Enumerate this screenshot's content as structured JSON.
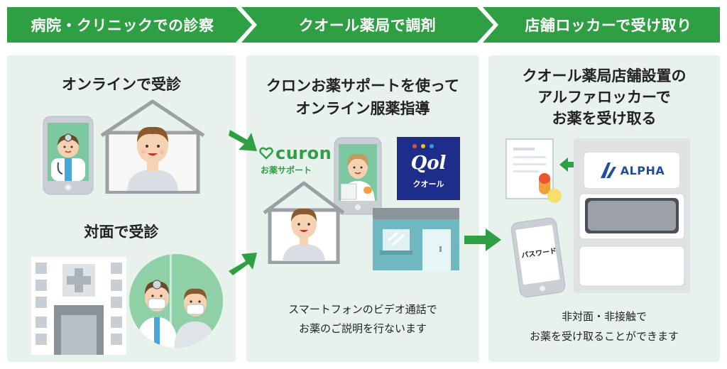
{
  "steps": [
    {
      "label": "病院・クリニックでの診察"
    },
    {
      "label": "クオール薬局で調剤"
    },
    {
      "label": "店舗ロッカーで受け取り"
    }
  ],
  "panel1": {
    "online_heading": "オンラインで受診",
    "inperson_heading": "対面で受診"
  },
  "panel2": {
    "heading_line1": "クロンお薬サポートを使って",
    "heading_line2": "オンライン服薬指導",
    "curon_logo_text": "curon",
    "curon_logo_sub": "お薬サポート",
    "qol_logo_text": "Qol",
    "qol_logo_kana": "クオール",
    "note_line1": "スマートフォンのビデオ通話で",
    "note_line2": "お薬のご説明を行ないます"
  },
  "panel3": {
    "heading_line1": "クオール薬局店舗設置の",
    "heading_line2": "アルファロッカーで",
    "heading_line3": "お薬を受け取る",
    "alpha_logo_text": "ALPHA",
    "phone_text": "パスワード",
    "note_line1": "非対面・非接触で",
    "note_line2": "お薬を受け取ることができます"
  },
  "colors": {
    "brand_green": "#2ea043",
    "panel_bg": "#e8f2ec",
    "qol_navy": "#1f2d8a",
    "alpha_blue": "#1d4f9c"
  }
}
